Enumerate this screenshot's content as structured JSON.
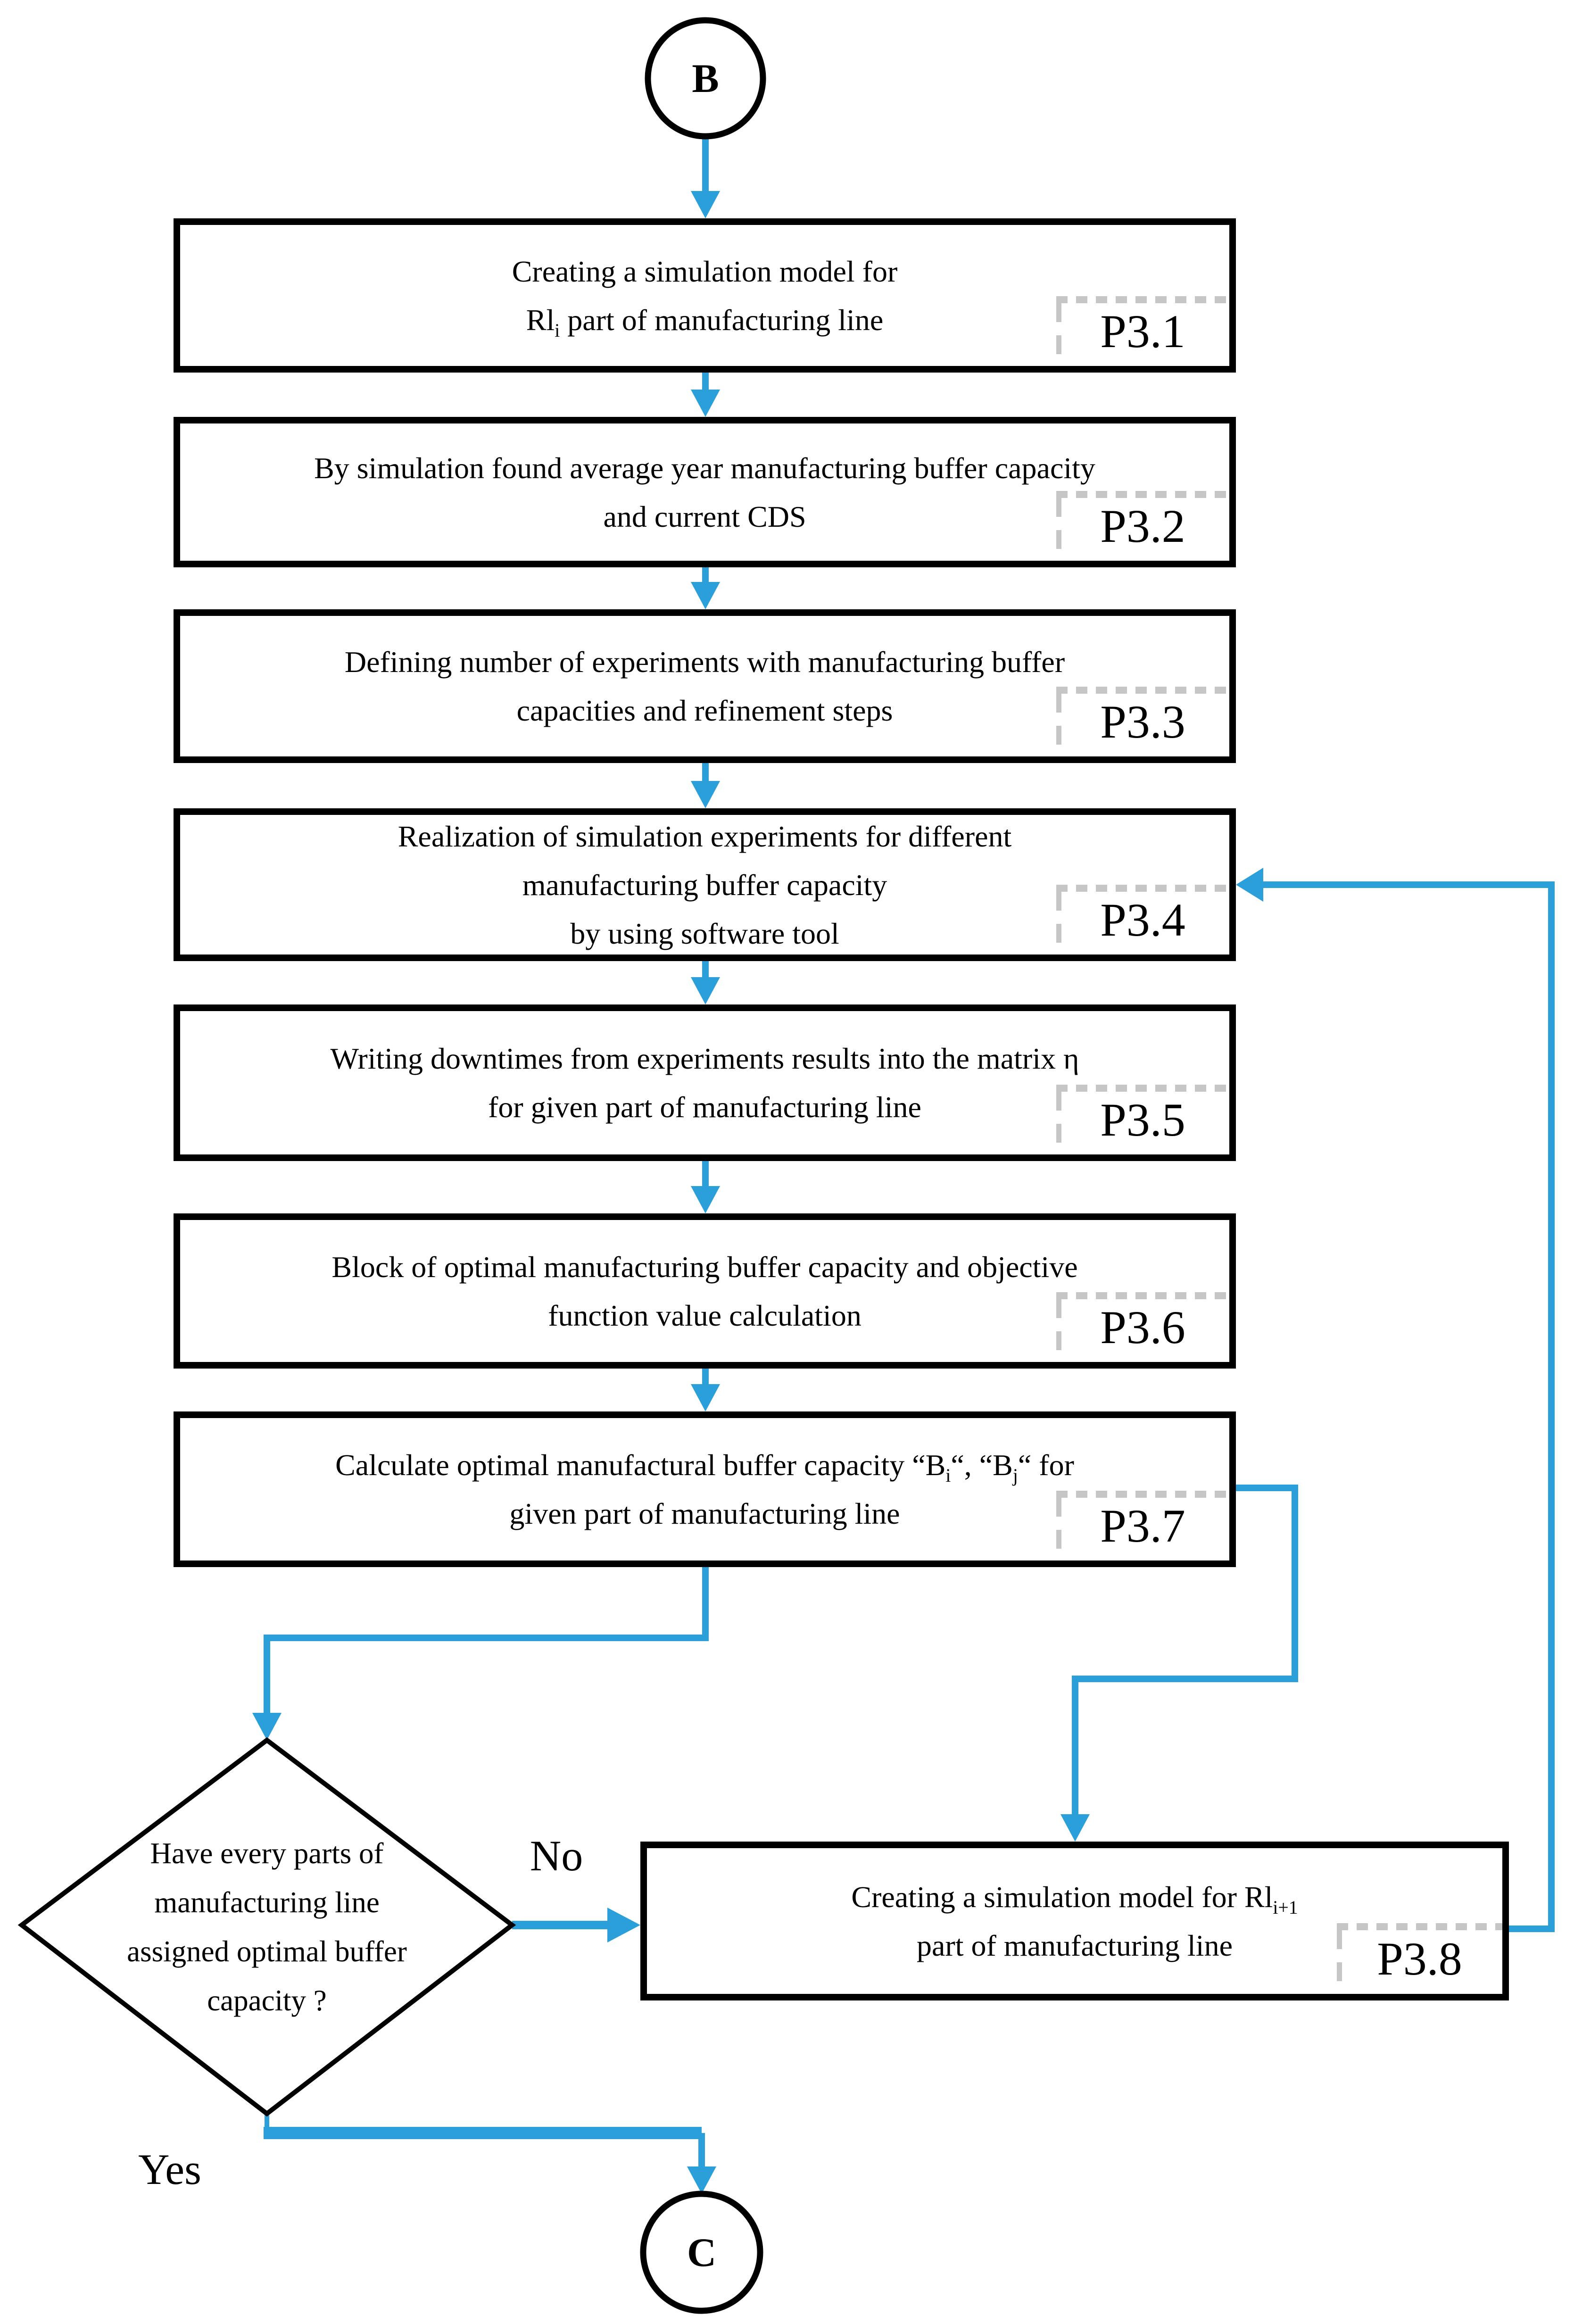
{
  "diagram": {
    "type": "flowchart",
    "colors": {
      "arrow": "#2B9FDA",
      "shape_border": "#000000",
      "label_dash": "#C6C6C6"
    },
    "start_terminal": "B",
    "end_terminal": "C",
    "no_label": "No",
    "yes_label": "Yes",
    "boxes": [
      {
        "label": "P3.1",
        "lines": [
          [
            "Creating a simulation model for"
          ],
          [
            "Rl",
            {
              "text": "i",
              "sub": true
            },
            " part of manufacturing line"
          ]
        ]
      },
      {
        "label": "P3.2",
        "lines": [
          [
            "By simulation found average year manufacturing buffer capacity"
          ],
          [
            "and current CDS"
          ]
        ]
      },
      {
        "label": "P3.3",
        "lines": [
          [
            "Defining number of experiments with manufacturing buffer"
          ],
          [
            "capacities and refinement steps"
          ]
        ]
      },
      {
        "label": "P3.4",
        "lines": [
          [
            "Realization of simulation experiments for different"
          ],
          [
            "manufacturing buffer capacity"
          ],
          [
            "by using software tool"
          ]
        ]
      },
      {
        "label": "P3.5",
        "lines": [
          [
            "Writing downtimes from experiments results into the matrix η"
          ],
          [
            "for given part of manufacturing line"
          ]
        ]
      },
      {
        "label": "P3.6",
        "lines": [
          [
            "Block of optimal manufacturing buffer capacity and objective"
          ],
          [
            "function value calculation"
          ]
        ]
      },
      {
        "label": "P3.7",
        "lines": [
          [
            "Calculate optimal manufactural buffer capacity “B",
            {
              "text": "i",
              "sub": true
            },
            "“, “B",
            {
              "text": "j",
              "sub": true
            },
            "“  for"
          ],
          [
            "given part of manufacturing line"
          ]
        ]
      },
      {
        "label": "P3.8",
        "lines": [
          [
            "Creating a simulation model for Rl",
            {
              "text": "i+1",
              "sub": true
            }
          ],
          [
            "part of manufacturing line"
          ]
        ]
      }
    ],
    "decision": {
      "lines": [
        [
          "Have every parts of"
        ],
        [
          "manufacturing line"
        ],
        [
          "assigned optimal buffer"
        ],
        [
          "capacity ?"
        ]
      ]
    }
  }
}
